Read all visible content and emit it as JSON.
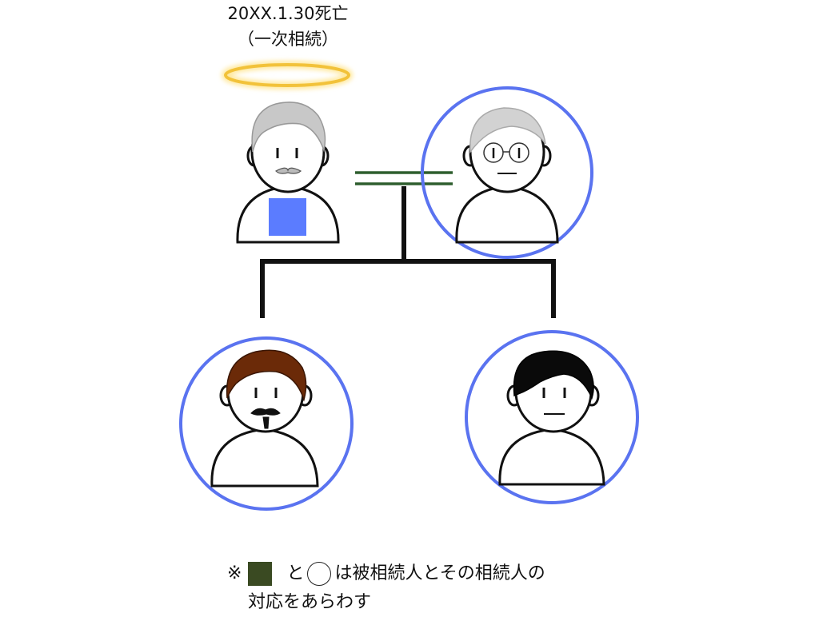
{
  "deceased": {
    "date_text": "20XX.1.30死亡",
    "note_text": "（一次相続）"
  },
  "legend": {
    "mark": "※",
    "and": "と",
    "text_line1": "は被相続人とその相続人の",
    "text_line2": "対応をあらわす"
  },
  "colors": {
    "circle": "#5a73f0",
    "square": "#5b7cff",
    "marriage_line": "#2e5e2e",
    "halo": "#f5c542",
    "legend_square": "#3a4a22",
    "hair_brown": "#6b2a08",
    "hair_gray": "#c8c8c8"
  },
  "people": [
    {
      "id": "father",
      "icons": [
        "halo-icon",
        "gray-hair-icon",
        "mustache-icon",
        "blue-square-icon"
      ]
    },
    {
      "id": "mother",
      "icons": [
        "circle-marker-icon",
        "glasses-icon",
        "gray-hair-icon"
      ]
    },
    {
      "id": "child-1",
      "icons": [
        "circle-marker-icon",
        "brown-hair-icon",
        "beard-icon"
      ]
    },
    {
      "id": "child-2",
      "icons": [
        "circle-marker-icon",
        "black-hair-icon"
      ]
    }
  ]
}
